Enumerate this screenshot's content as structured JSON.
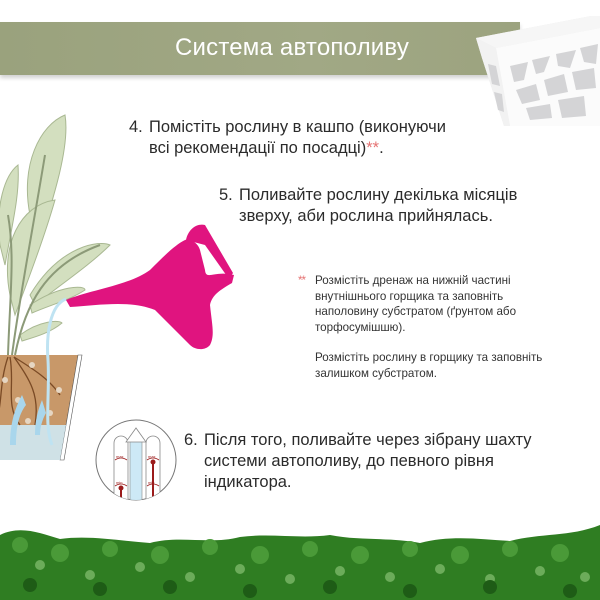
{
  "header": {
    "title": "Система автополиву",
    "banner_color": "#9ea582",
    "title_color": "#ffffff"
  },
  "steps": [
    {
      "number": "4.",
      "line1": "Помістіть рослину в кашпо (виконуючи",
      "line2": "всі рекомендації по посадці)",
      "asterisk": "**",
      "suffix": "."
    },
    {
      "number": "5.",
      "line1": "Поливайте рослину декілька місяців",
      "line2": "зверху, аби рослина прийнялась."
    },
    {
      "number": "6.",
      "line1": "Після того, поливайте через зібрану шахту",
      "line2": "системи автополиву, до певного рівня",
      "line3": "індикатора."
    }
  ],
  "note": {
    "marker": "**",
    "paragraph1": "Розмістіть дренаж на нижній частині внутнішнього горщика та заповніть наполовину субстратом (ґрунтом або торфосумішшю).",
    "paragraph2": "Розмістіть рослину в горщику та заповніть залишком субстратом.",
    "marker_color": "#e57373"
  },
  "images": {
    "pot": "white-decorative-planter-box",
    "plant_illustration": "plant-in-pot-with-watering-can",
    "indicator": "water-level-indicator-min-max",
    "hedge": "green-hedge-footer"
  },
  "indicator_labels": {
    "max": "max",
    "min": "min"
  },
  "colors": {
    "watering_can": "#e0147f",
    "soil": "#c08a5a",
    "water": "#bfe3f2",
    "leaf": "#cfdcb8",
    "indicator_red": "#9b1b1b"
  }
}
